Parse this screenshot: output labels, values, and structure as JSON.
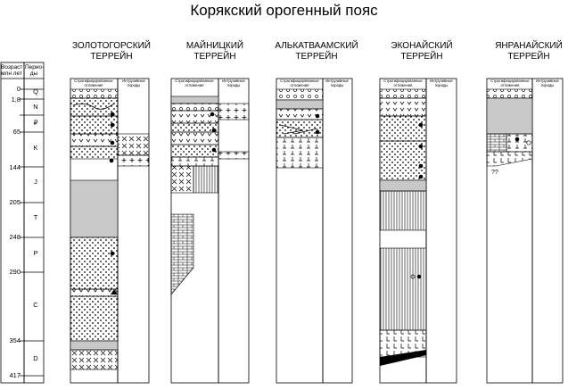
{
  "title": "Корякский орогенный пояс",
  "axis": {
    "age_header": "Возраст млн лет",
    "period_header": "Перио-ды",
    "ages": [
      "0",
      "1,8",
      "65",
      "144",
      "205",
      "248",
      "290",
      "354",
      "417"
    ],
    "periods": [
      "Q",
      "N",
      "₽",
      "K",
      "J",
      "T",
      "P",
      "C",
      "D"
    ]
  },
  "column_headers": {
    "strat": "Стратифицированные отложения",
    "intrusive": "Интрузивные породы"
  },
  "terranes": [
    {
      "name": "Золотогорский террейн"
    },
    {
      "name": "Майницкий террейн"
    },
    {
      "name": "Алькатваамский террейн"
    },
    {
      "name": "Эконайский террейн"
    },
    {
      "name": "Янранайский террейн"
    }
  ],
  "annotations": {
    "question_marks": "??"
  }
}
